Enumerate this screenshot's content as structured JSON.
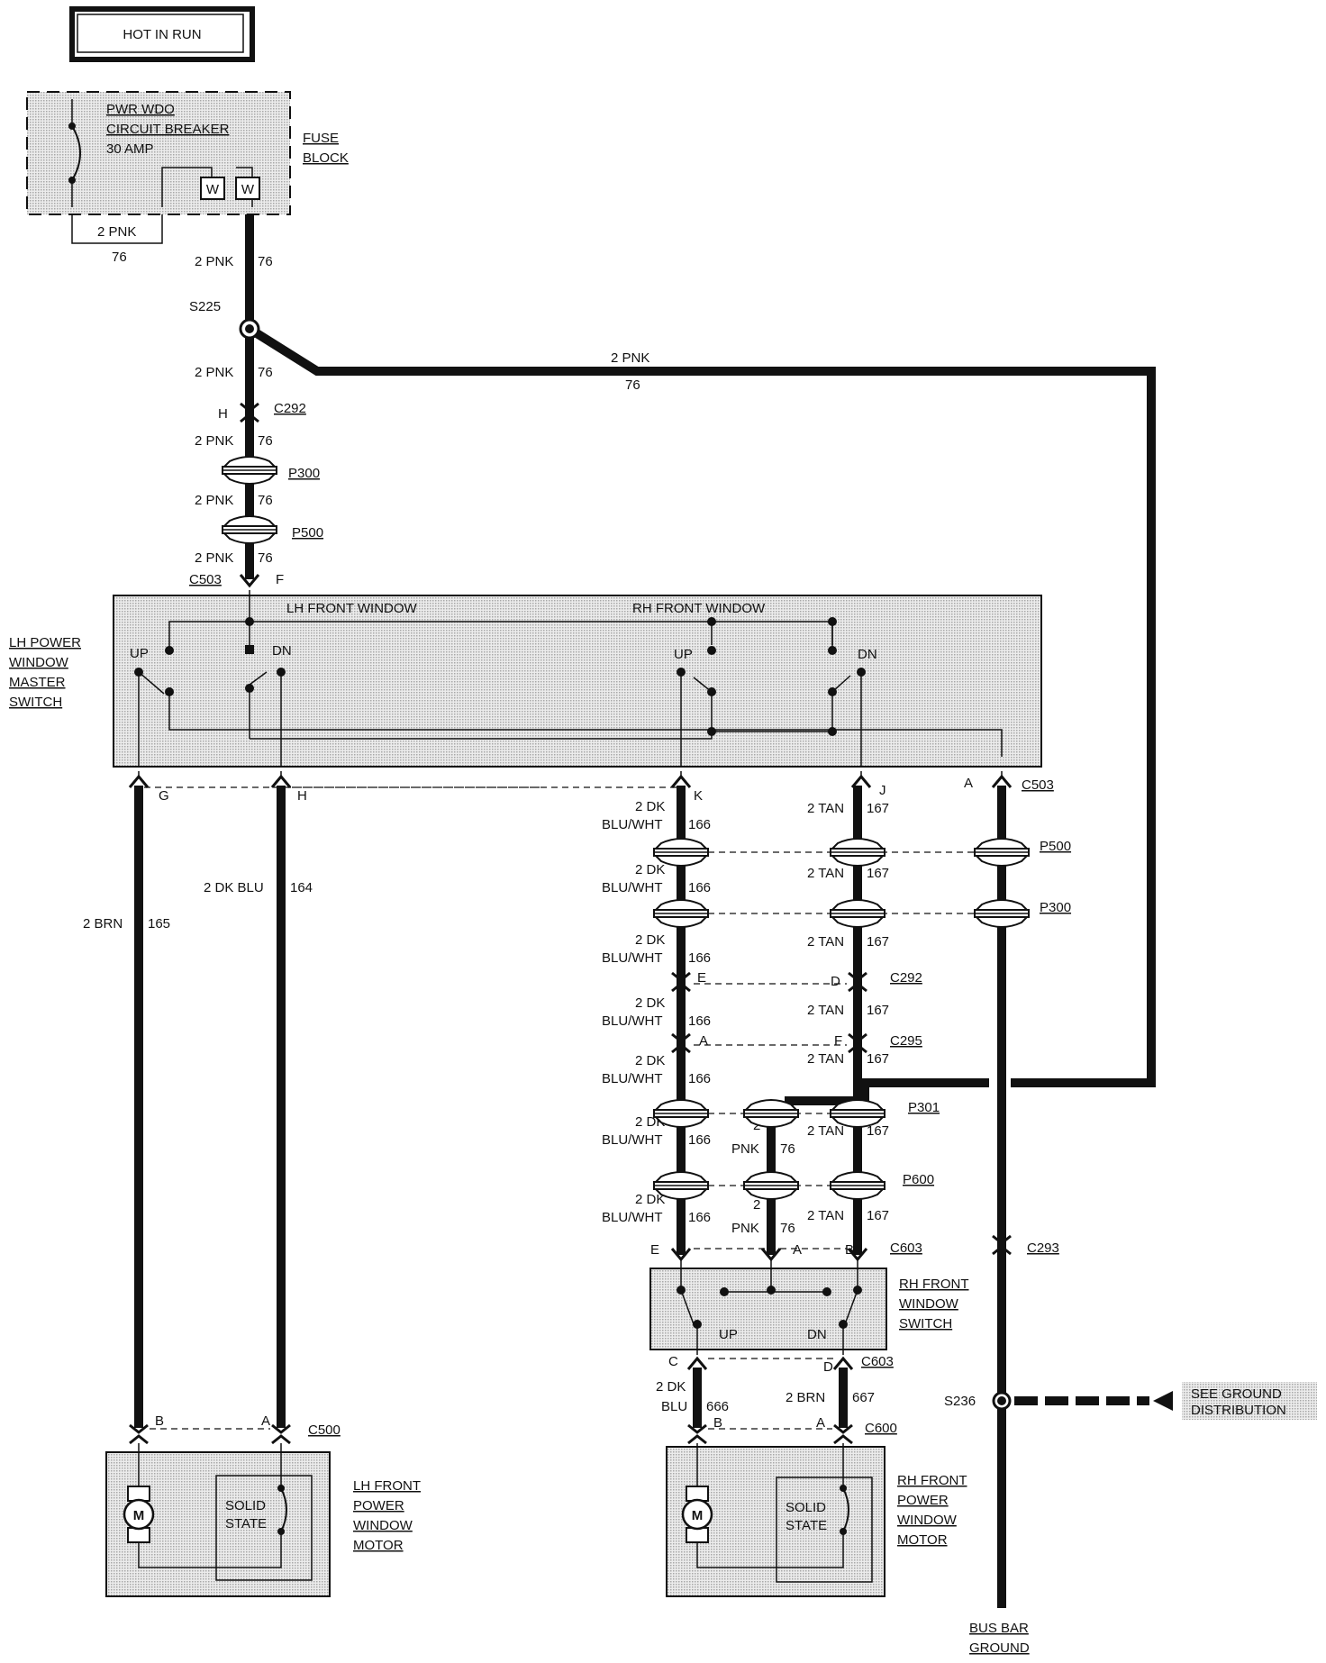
{
  "header": {
    "hot_in_run": "HOT IN RUN"
  },
  "fuse_block": {
    "breaker_line1": "PWR WDO",
    "breaker_line2": "CIRCUIT BREAKER",
    "breaker_line3": "30 AMP",
    "name_line1": "FUSE",
    "name_line2": "BLOCK",
    "terminal": "W",
    "loop_wire": "2 PNK",
    "loop_circuit": "76"
  },
  "wires": {
    "pnk": "2 PNK",
    "pnk_num": "76",
    "pnk_2": "2",
    "pnk_word": "PNK",
    "dkblu_wht_1": "2 DK",
    "dkblu_wht_2": "BLU/WHT",
    "dkblu_wht_num": "166",
    "tan": "2 TAN",
    "tan_num": "167",
    "brn": "2 BRN",
    "brn_num": "165",
    "dkblu": "2 DK BLU",
    "dkblu_num": "164",
    "dk": "2 DK",
    "blu": "BLU",
    "blu_num": "666",
    "brn2": "2 BRN",
    "brn2_num": "667"
  },
  "connectors": {
    "s225": "S225",
    "c292": "C292",
    "p300": "P300",
    "p500": "P500",
    "c503": "C503",
    "p301": "P301",
    "p600": "P600",
    "c295": "C295",
    "c603": "C603",
    "c293": "C293",
    "s236": "S236",
    "c500": "C500",
    "c600": "C600"
  },
  "pins": {
    "h": "H",
    "f": "F",
    "g": "G",
    "k": "K",
    "j": "J",
    "a": "A",
    "e": "E",
    "d": "D",
    "b": "B",
    "c": "C"
  },
  "master_switch": {
    "lh_front": "LH FRONT WINDOW",
    "rh_front": "RH FRONT WINDOW",
    "up": "UP",
    "dn": "DN",
    "name_line1": "LH POWER",
    "name_line2": "WINDOW",
    "name_line3": "MASTER",
    "name_line4": "SWITCH"
  },
  "rh_switch": {
    "up": "UP",
    "dn": "DN",
    "name_line1": "RH FRONT",
    "name_line2": "WINDOW",
    "name_line3": "SWITCH"
  },
  "lh_motor": {
    "m": "M",
    "solid1": "SOLID",
    "solid2": "STATE",
    "name_line1": "LH FRONT",
    "name_line2": "POWER",
    "name_line3": "WINDOW",
    "name_line4": "MOTOR"
  },
  "rh_motor": {
    "m": "M",
    "solid1": "SOLID",
    "solid2": "STATE",
    "name_line1": "RH FRONT",
    "name_line2": "POWER",
    "name_line3": "WINDOW",
    "name_line4": "MOTOR"
  },
  "ground": {
    "see_line1": "SEE GROUND",
    "see_line2": "DISTRIBUTION",
    "bus_line1": "BUS BAR",
    "bus_line2": "GROUND"
  }
}
